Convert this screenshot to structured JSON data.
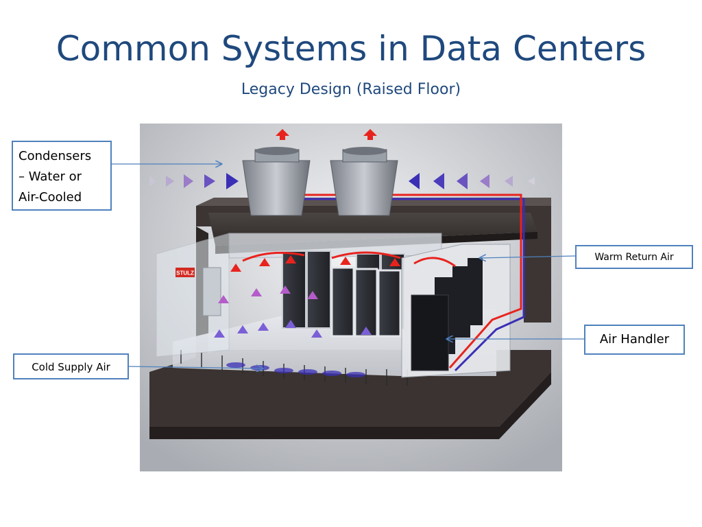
{
  "slide": {
    "title": "Common Systems in Data Centers",
    "subtitle": "Legacy Design (Raised Floor)"
  },
  "callouts": {
    "condensers_line1": "Condensers",
    "condensers_line2": "– Water or",
    "condensers_line3": "Air-Cooled",
    "warm_return_air": "Warm Return Air",
    "air_handler": "Air Handler",
    "cold_supply_air": "Cold Supply Air"
  },
  "illustration": {
    "door_sign": "STULZ"
  },
  "colors": {
    "title": "#1f497d",
    "callout_border": "#4f81bd",
    "warm_air": "#e8231e",
    "cold_air": "#3b2fb5",
    "mixed_air": "#9a4fd0"
  }
}
